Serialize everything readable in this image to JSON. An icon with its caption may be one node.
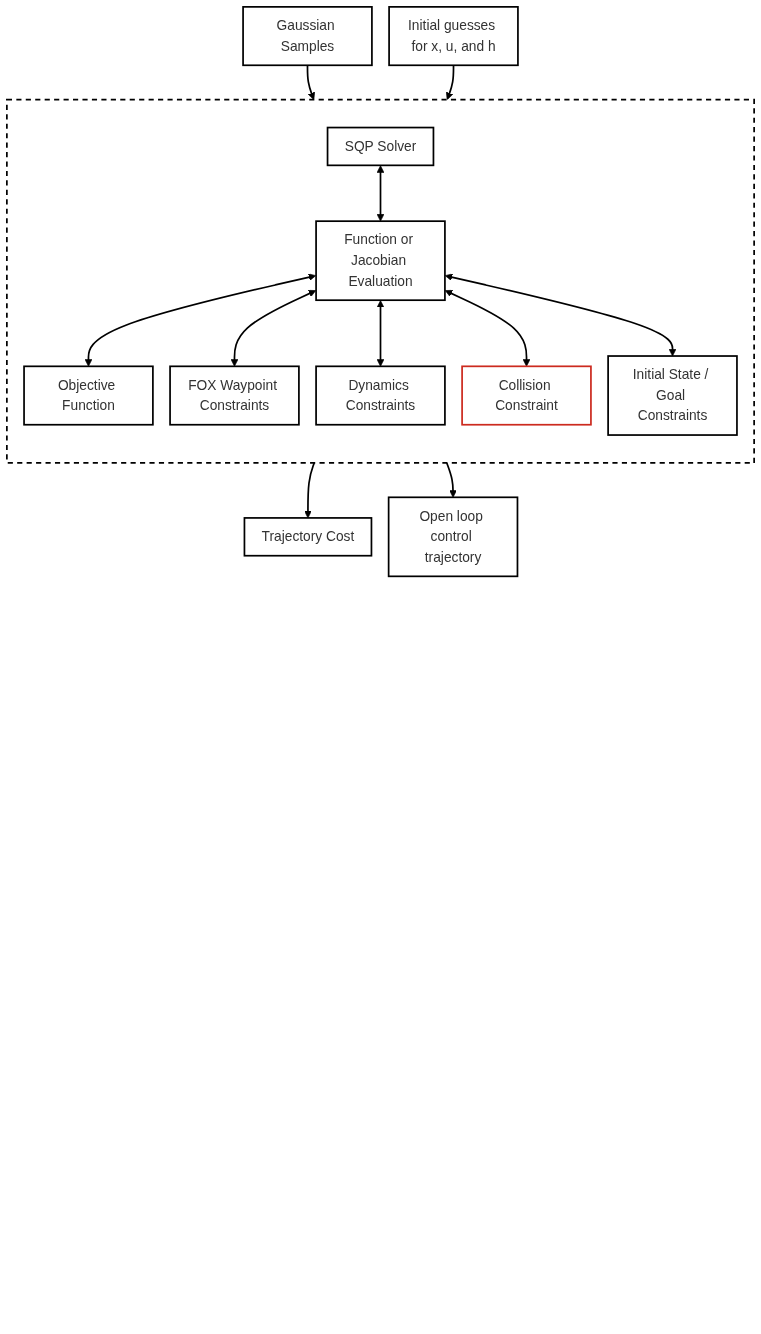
{
  "diagram": {
    "nodes": [
      {
        "text": [
          "Initial guesses for x, u, and h"
        ]
      },
      {
        "text": [
          "Gaussian Samples"
        ]
      },
      {
        "text": [],
        "shape": "box"
      },
      {
        "text": [
          "SQP Solver"
        ],
        "in": 2
      },
      {
        "text": [
          "Function or Jacobian Evaluation"
        ],
        "in": 2
      },
      {
        "text": [
          "Objective Function"
        ],
        "in": 2
      },
      {
        "text": [
          "FOX Waypoint Constraints"
        ],
        "in": 2
      },
      {
        "text": [
          "Dynamics Constraints"
        ],
        "in": 2
      },
      {
        "text": [
          "Collision Constraint"
        ],
        "in": 2
      },
      {
        "text": [
          "Initial State / Goal Constraints"
        ],
        "in": 2
      },
      {
        "text": [
          "Trajectory Cost"
        ]
      },
      {
        "text": [
          "Open loop control trajectory"
        ]
      }
    ],
    "edges": [
      {
        "from": 1,
        "to": 2,
        "arrow": "to"
      },
      {
        "from": 0,
        "to": 2,
        "arrow": "to"
      },
      {
        "from": 3,
        "to": 4,
        "arrow": "both"
      },
      {
        "from": 4,
        "to": 5,
        "arrow": "both"
      },
      {
        "from": 4,
        "to": 6,
        "arrow": "both"
      },
      {
        "from": 4,
        "to": 7,
        "arrow": "both"
      },
      {
        "from": 4,
        "to": 8,
        "arrow": "both"
      },
      {
        "from": 4,
        "to": 9,
        "arrow": "both"
      },
      {
        "from": 2,
        "to": 10,
        "arrow": "to"
      },
      {
        "from": 2,
        "to": 11,
        "arrow": "to"
      }
    ]
  }
}
